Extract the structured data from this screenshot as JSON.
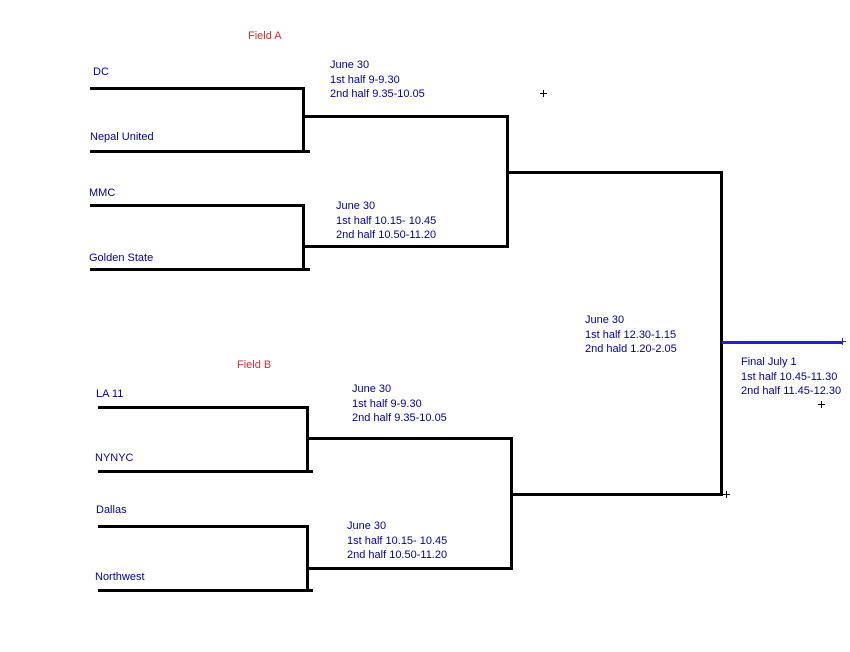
{
  "colors": {
    "team_text": "#0000A0",
    "field_label": "#C83232",
    "bracket_line": "#000000",
    "final_line": "#2222CC"
  },
  "bracket": {
    "field_a": {
      "label": "Field A",
      "teams": [
        "DC",
        "Nepal United",
        "MMC",
        "Golden State"
      ],
      "match1_schedule": [
        "June 30",
        "1st half 9-9.30",
        "2nd half 9.35-10.05"
      ],
      "match2_schedule": [
        "June 30",
        "1st half 10.15- 10.45",
        "2nd half 10.50-11.20"
      ]
    },
    "field_b": {
      "label": "Field B",
      "teams": [
        "LA 11",
        "NYNYC",
        "Dallas",
        "Northwest"
      ],
      "match1_schedule": [
        "June 30",
        "1st half 9-9.30",
        "2nd half 9.35-10.05"
      ],
      "match2_schedule": [
        "June 30",
        "1st half 10.15- 10.45",
        "2nd half 10.50-11.20"
      ]
    },
    "semifinal_schedule": [
      "June 30",
      "1st half 12.30-1.15",
      "2nd hald 1.20-2.05"
    ],
    "final_schedule": [
      "Final July 1",
      "1st half 10.45-11.30",
      "2nd half 11.45-12.30"
    ]
  }
}
